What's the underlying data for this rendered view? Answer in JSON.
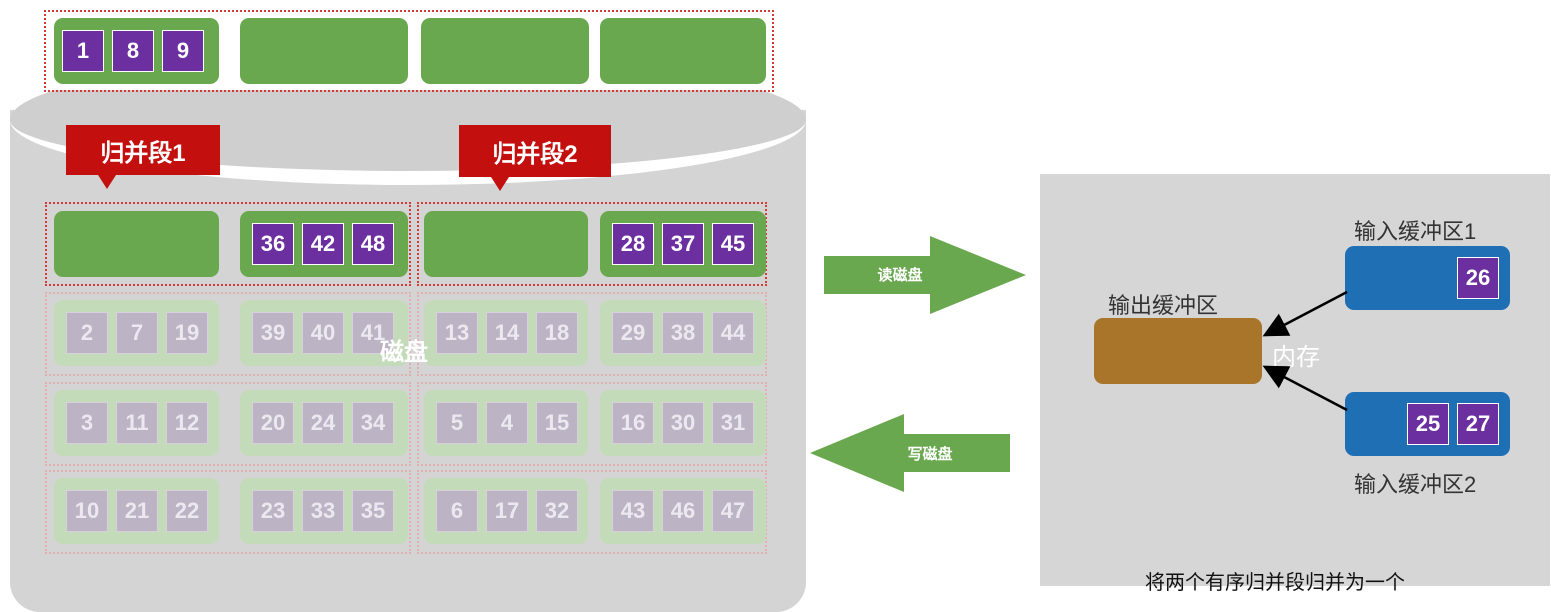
{
  "disk": {
    "label": "磁盘",
    "top_row": [
      "1",
      "8",
      "9"
    ],
    "segment1_label": "归并段1",
    "segment2_label": "归并段2",
    "segment1_active": [
      "36",
      "42",
      "48"
    ],
    "segment2_active": [
      "28",
      "37",
      "45"
    ],
    "faint_rows": [
      [
        [
          "2",
          "7",
          "19"
        ],
        [
          "39",
          "40",
          "41"
        ],
        [
          "13",
          "14",
          "18"
        ],
        [
          "29",
          "38",
          "44"
        ]
      ],
      [
        [
          "3",
          "11",
          "12"
        ],
        [
          "20",
          "24",
          "34"
        ],
        [
          "5",
          "4",
          "15"
        ],
        [
          "16",
          "30",
          "31"
        ]
      ],
      [
        [
          "10",
          "21",
          "22"
        ],
        [
          "23",
          "33",
          "35"
        ],
        [
          "6",
          "17",
          "32"
        ],
        [
          "43",
          "46",
          "47"
        ]
      ]
    ]
  },
  "arrows": {
    "read": "读磁盘",
    "write": "写磁盘"
  },
  "memory": {
    "label": "内存",
    "output_buffer": "输出缓冲区",
    "input_buffer1": "输入缓冲区1",
    "input_buffer2": "输入缓冲区2",
    "input1_values": [
      "26"
    ],
    "input2_values": [
      "25",
      "27"
    ]
  },
  "caption": "将两个有序归并段归并为一个",
  "colors": {
    "block": "#6aa84f",
    "number": "#6b2fa0",
    "label": "#c40f0f",
    "buffer_input": "#1f6fb5",
    "buffer_output": "#a8752a"
  }
}
